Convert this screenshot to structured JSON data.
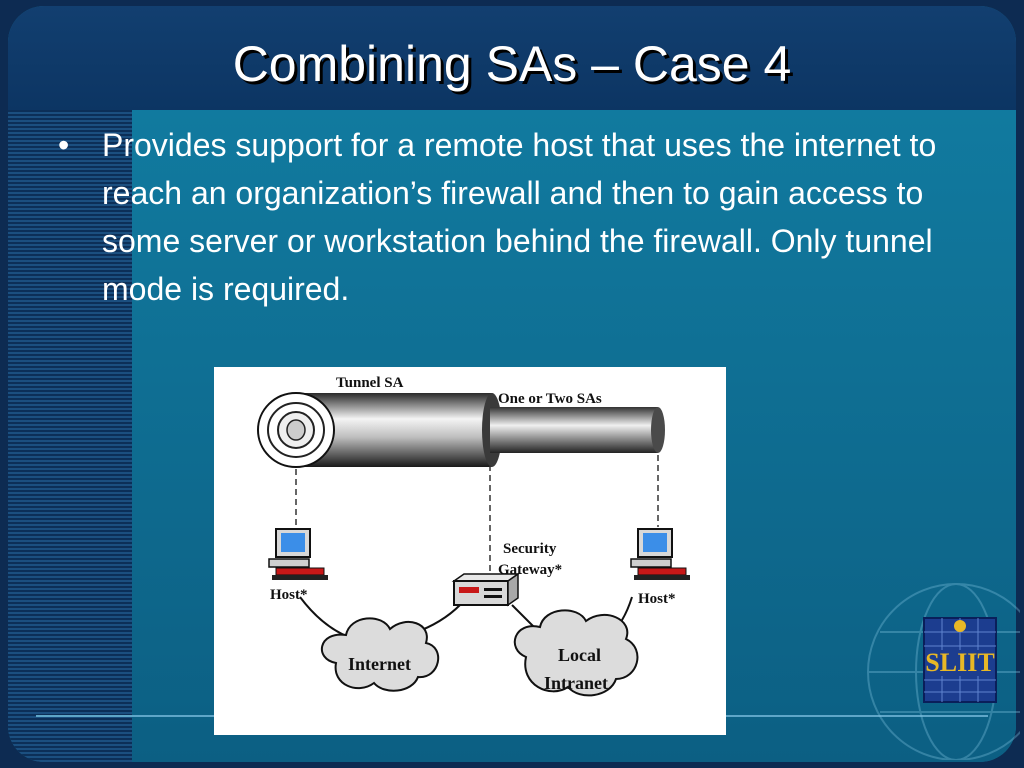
{
  "slide": {
    "title": "Combining SAs – Case 4",
    "bullet_symbol": "•",
    "bullet_text": "Provides support for a remote host that uses the internet to reach an organization’s firewall and then to gain access to some server or workstation behind the firewall. Only tunnel mode is required."
  },
  "diagram": {
    "tunnel_label": "Tunnel SA",
    "inner_label": "One or Two SAs",
    "gateway_label_line1": "Security",
    "gateway_label_line2": "Gateway*",
    "host_left_label": "Host*",
    "host_right_label": "Host*",
    "internet_label": "Internet",
    "intranet_label_line1": "Local",
    "intranet_label_line2": "Intranet"
  },
  "logo": {
    "text": "SLIIT"
  },
  "colors": {
    "title_bar": "#123f70",
    "content_bg": "#0f6d93",
    "left_band": "#1b4f80",
    "text": "#ffffff"
  }
}
